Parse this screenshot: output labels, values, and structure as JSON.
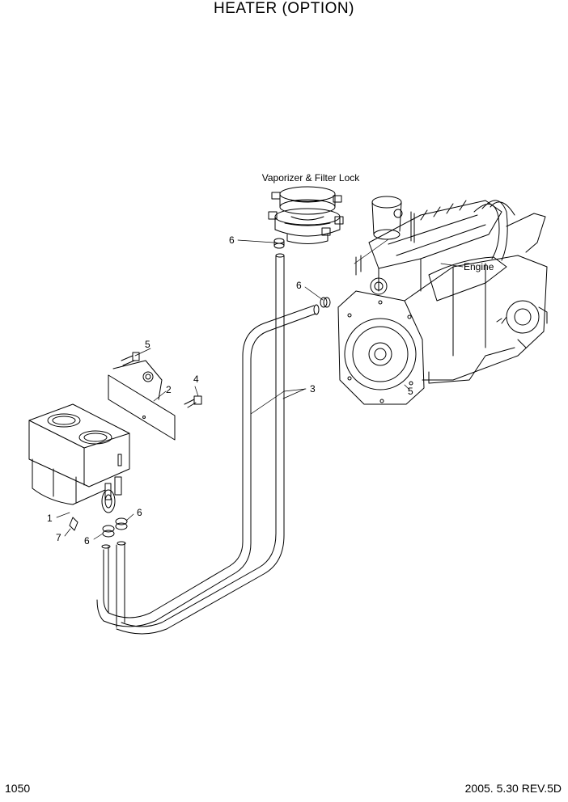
{
  "title": "HEATER (OPTION)",
  "footer": {
    "page_number": "1050",
    "revision": "2005. 5.30 REV.5D"
  },
  "assemblies": {
    "vaporizer": "Vaporizer & Filter Lock",
    "engine": "Engine"
  },
  "callouts": {
    "c1": "1",
    "c2": "2",
    "c3": "3",
    "c4": "4",
    "c5a": "5",
    "c5b": "5",
    "c6a": "6",
    "c6b": "6",
    "c6c": "6",
    "c6d": "6",
    "c7": "7"
  }
}
